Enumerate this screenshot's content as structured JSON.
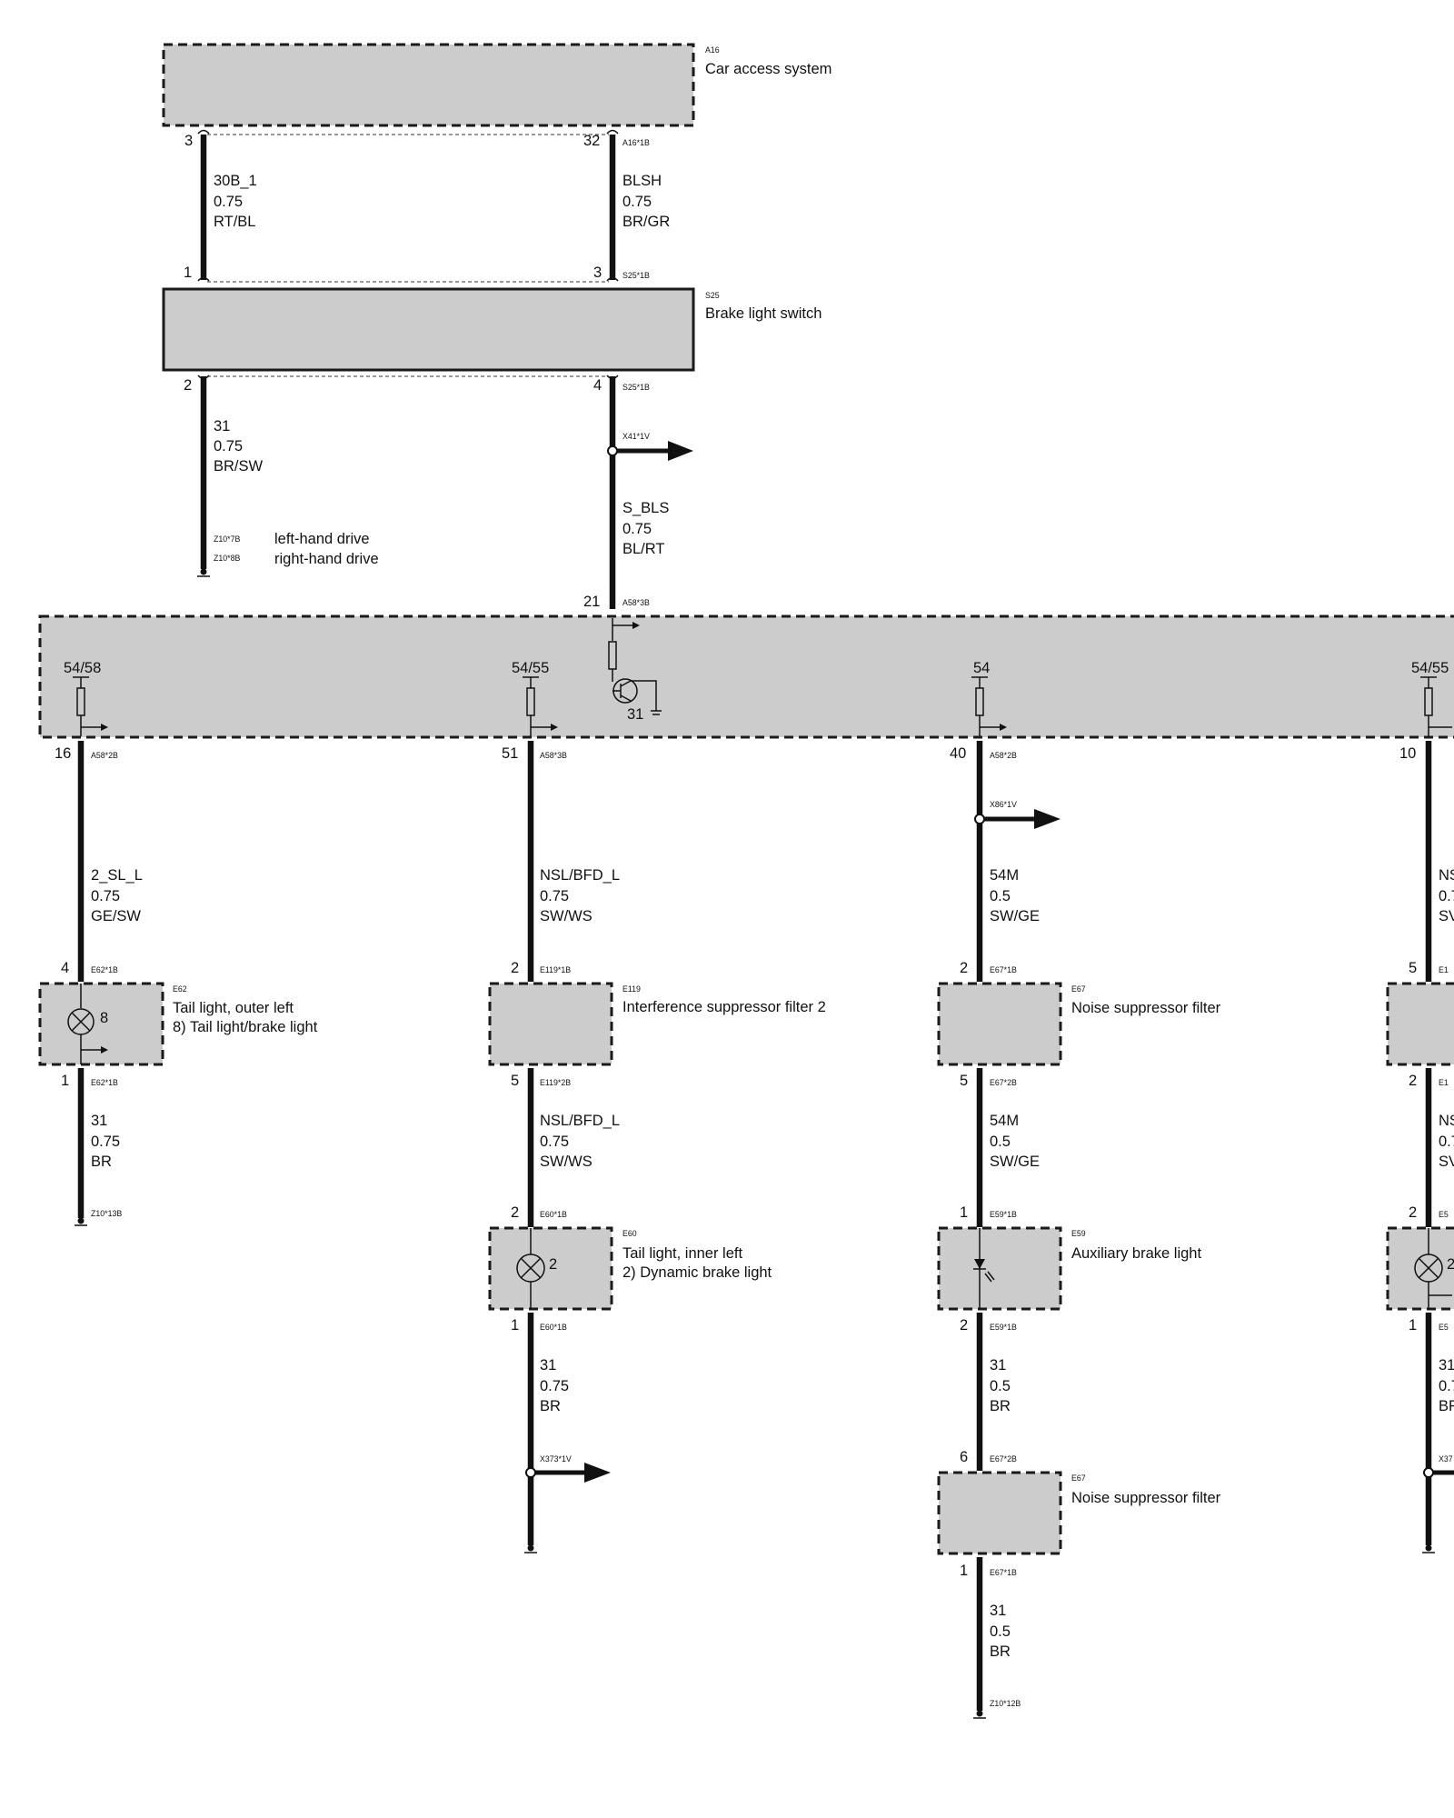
{
  "components": {
    "a16": {
      "id": "A16",
      "name": "Car access system"
    },
    "s25": {
      "id": "S25",
      "name": "Brake light switch"
    },
    "a58": {
      "pins_top": {
        "p54_58": "54/58",
        "p54_55_a": "54/55",
        "p54": "54",
        "p54_55_b": "54/55",
        "gnd": "31"
      }
    },
    "e62": {
      "id": "E62",
      "name": "Tail light, outer left",
      "sub": "8)    Tail light/brake light",
      "lamp_num": "8"
    },
    "e119": {
      "id": "E119",
      "name": "Interference suppressor filter 2"
    },
    "e67a": {
      "id": "E67",
      "name": "Noise suppressor filter"
    },
    "e60": {
      "id": "E60",
      "name": "Tail light, inner left",
      "sub": "2)    Dynamic brake light",
      "lamp_num": "2"
    },
    "e59": {
      "id": "E59",
      "name": "Auxiliary brake light"
    },
    "e67b": {
      "id": "E67",
      "name": "Noise suppressor filter"
    },
    "e58": {
      "lamp_num": "2"
    }
  },
  "wires": {
    "w1": {
      "sig": "30B_1",
      "size": "0.75",
      "color": "RT/BL"
    },
    "w2": {
      "sig": "BLSH",
      "size": "0.75",
      "color": "BR/GR"
    },
    "w3": {
      "sig": "31",
      "size": "0.75",
      "color": "BR/SW"
    },
    "w4": {
      "sig": "S_BLS",
      "size": "0.75",
      "color": "BL/RT"
    },
    "w5": {
      "sig": "2_SL_L",
      "size": "0.75",
      "color": "GE/SW"
    },
    "w6": {
      "sig": "NSL/BFD_L",
      "size": "0.75",
      "color": "SW/WS"
    },
    "w7": {
      "sig": "54M",
      "size": "0.5",
      "color": "SW/GE"
    },
    "w8": {
      "sig": "NS",
      "size": "0.7",
      "color": "SV"
    },
    "w9": {
      "sig": "31",
      "size": "0.75",
      "color": "BR"
    },
    "w10": {
      "sig": "NSL/BFD_L",
      "size": "0.75",
      "color": "SW/WS"
    },
    "w11": {
      "sig": "54M",
      "size": "0.5",
      "color": "SW/GE"
    },
    "w12": {
      "sig": "NS",
      "size": "0.7",
      "color": "SV"
    },
    "w13": {
      "sig": "31",
      "size": "0.75",
      "color": "BR"
    },
    "w14": {
      "sig": "31",
      "size": "0.5",
      "color": "BR"
    },
    "w15": {
      "sig": "31",
      "size": "0.7",
      "color": "BF"
    },
    "w16": {
      "sig": "31",
      "size": "0.5",
      "color": "BR"
    }
  },
  "pins": {
    "a16_3": "3",
    "a16_32": "32",
    "s25_1": "1",
    "s25_3": "3",
    "s25_2": "2",
    "s25_4": "4",
    "a58_21": "21",
    "a58_16": "16",
    "a58_51": "51",
    "a58_40": "40",
    "a58_10": "10",
    "e62_4": "4",
    "e62_1": "1",
    "e119_2": "2",
    "e119_5": "5",
    "e67a_2": "2",
    "e67a_5": "5",
    "e58_5": "5",
    "e58_2a": "2",
    "e58_2b": "2",
    "e58_1": "1",
    "e60_2": "2",
    "e60_1": "1",
    "e59_1": "1",
    "e59_2": "2",
    "e67b_6": "6",
    "e67b_1": "1"
  },
  "connectors": {
    "a16_1b": "A16*1B",
    "s25_1b_top": "S25*1B",
    "s25_1b_bot": "S25*1B",
    "x41": "X41*1V",
    "z10_7b": "Z10*7B",
    "z10_8b": "Z10*8B",
    "a58_3b_top": "A58*3B",
    "a58_2b_a": "A58*2B",
    "a58_3b_b": "A58*3B",
    "a58_2b_b": "A58*2B",
    "x86": "X86*1V",
    "e62_1b_a": "E62*1B",
    "e62_1b_b": "E62*1B",
    "e119_1b": "E119*1B",
    "e119_2b": "E119*2B",
    "e67_1b_a": "E67*1B",
    "e67_2b_a": "E67*2B",
    "e58_c1": "E1",
    "e58_c2": "E1",
    "e58_c3": "E5",
    "e58_c4": "E5",
    "z10_13b": "Z10*13B",
    "e60_1b_a": "E60*1B",
    "e60_1b_b": "E60*1B",
    "e59_1b_a": "E59*1B",
    "e59_1b_b": "E59*1B",
    "x373": "X373*1V",
    "x37_cut": "X37",
    "e67_2b_b": "E67*2B",
    "e67_1b_b": "E67*1B",
    "z10_12b": "Z10*12B"
  },
  "notes": {
    "lhd": "left-hand drive",
    "rhd": "right-hand drive"
  }
}
